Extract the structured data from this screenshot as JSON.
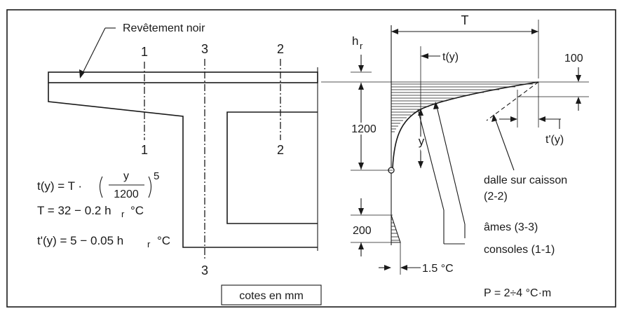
{
  "labels": {
    "revetement": "Revêtement noir",
    "sec1": "1",
    "sec2": "2",
    "sec3": "3",
    "T": "T",
    "h": "h",
    "r": "r",
    "ty": "t(y)",
    "v100": "100",
    "v1200": "1200",
    "y": "y",
    "tpy": "t'(y)",
    "dalle1": "dalle sur caisson",
    "dalle2": "(2-2)",
    "ames": "âmes (3-3)",
    "consoles": "consoles (1-1)",
    "v200": "200",
    "v15": "1.5 °C",
    "cotes": "cotes en mm",
    "P": "P = 2÷4 °C·m"
  },
  "formulas": {
    "f1_lhs": "t(y) = T ·",
    "f1_num": "y",
    "f1_den": "1200",
    "f1_exp": "5",
    "f2_main": "T = 32 − 0.2 h",
    "f2_unit": "°C",
    "f3_main": "t'(y) = 5 − 0.05 h",
    "f3_unit": "°C",
    "sub_r": "r"
  }
}
